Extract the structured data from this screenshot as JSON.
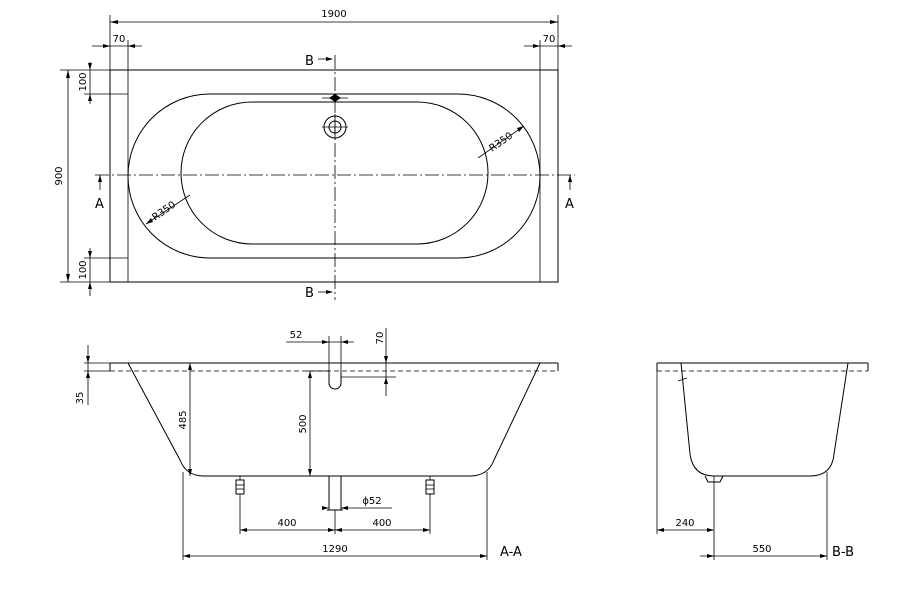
{
  "plan": {
    "width_1900": "1900",
    "offset_left_70": "70",
    "offset_right_70": "70",
    "height_900": "900",
    "border_top_100": "100",
    "border_bottom_100": "100",
    "radius_right": "R350",
    "radius_left": "R350",
    "section_b_top": "B",
    "section_b_bottom": "B",
    "section_a_left": "A",
    "section_a_right": "A"
  },
  "section_aa": {
    "dim_35": "35",
    "dim_485": "485",
    "dim_500": "500",
    "dim_52": "52",
    "dim_70": "70",
    "dim_phi52": "ϕ52",
    "dim_400_left": "400",
    "dim_400_right": "400",
    "dim_1290": "1290",
    "label": "A-A"
  },
  "section_bb": {
    "dim_240": "240",
    "dim_550": "550",
    "label": "B-B"
  }
}
